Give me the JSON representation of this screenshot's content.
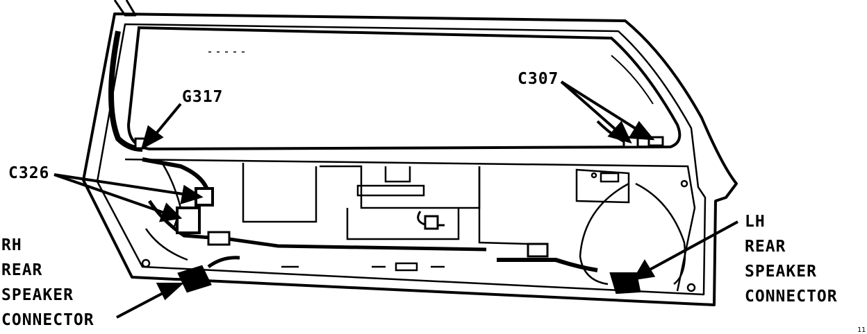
{
  "labels": {
    "g317": "G317",
    "c307": "C307",
    "c326": "C326",
    "rh": [
      "RH",
      "REAR",
      "SPEAKER",
      "CONNECTOR"
    ],
    "lh": [
      "LH",
      "REAR",
      "SPEAKER",
      "CONNECTOR"
    ],
    "corner_code": "11"
  },
  "colors": {
    "ink": "#000000",
    "paper": "#ffffff"
  }
}
